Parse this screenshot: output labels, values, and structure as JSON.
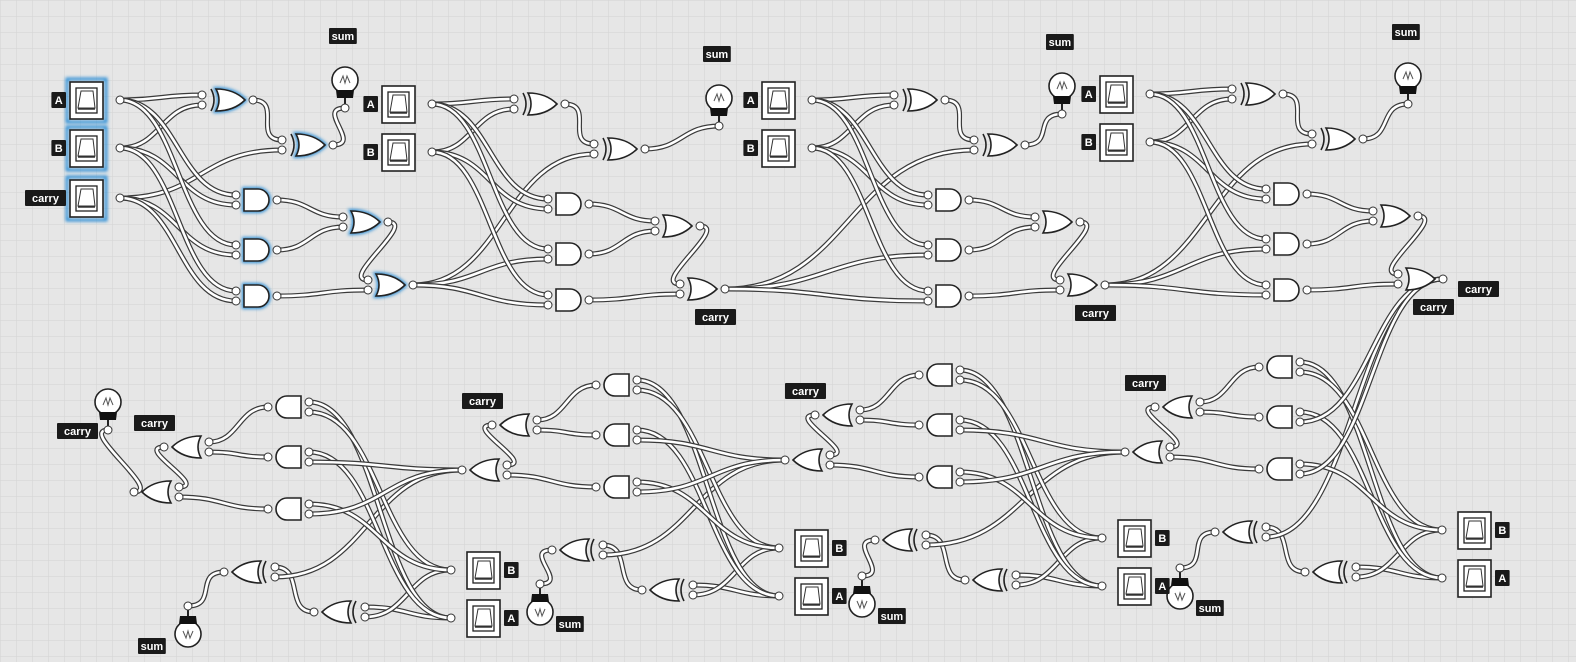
{
  "labels": {
    "a": "A",
    "b": "B",
    "carry": "carry",
    "sum": "sum"
  },
  "colors": {
    "background": "#e6e6e6",
    "grid": "#d4d4d4",
    "label_bg": "#1a1a1a",
    "label_text": "#ffffff",
    "selection_glow": "#2f8fd6",
    "wire": "#3a3a3a"
  },
  "stages": 8,
  "component_types": [
    "switch",
    "xor-gate",
    "and-gate",
    "or-gate",
    "light-bulb"
  ]
}
